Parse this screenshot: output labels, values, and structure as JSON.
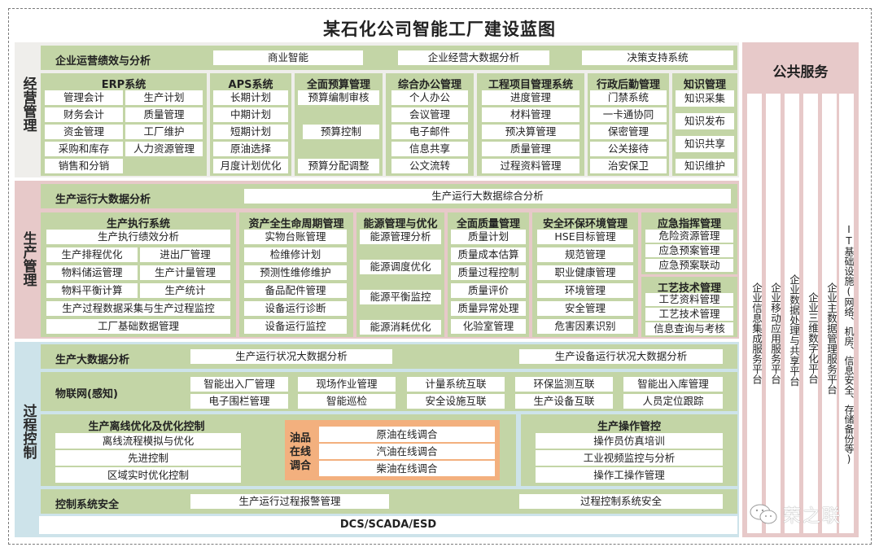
{
  "title": "某石化公司智能工厂建设蓝图",
  "sections": {
    "business": {
      "label": "经营管理",
      "top_row": {
        "label": "企业运营绩效与分析",
        "items": [
          "商业智能",
          "企业经营大数据分析",
          "决策支持系统"
        ]
      },
      "groups": [
        {
          "title": "ERP系统",
          "items": [
            "管理会计",
            "生产计划",
            "财务会计",
            "质量管理",
            "资金管理",
            "工厂维护",
            "采购和库存",
            "人力资源管理",
            "销售和分销"
          ]
        },
        {
          "title": "APS系统",
          "items": [
            "长期计划",
            "中期计划",
            "短期计划",
            "原油选择",
            "月度计划优化"
          ]
        },
        {
          "title": "全面预算管理",
          "items": [
            "预算编制审核",
            "预算控制",
            "预算分配调整"
          ]
        },
        {
          "title": "综合办公管理",
          "items": [
            "个人办公",
            "会议管理",
            "电子邮件",
            "信息共享",
            "公文流转"
          ]
        },
        {
          "title": "工程项目管理系统",
          "items": [
            "进度管理",
            "材料管理",
            "预决算管理",
            "质量管理",
            "过程资料管理"
          ]
        },
        {
          "title": "行政后勤管理",
          "items": [
            "门禁系统",
            "一卡通协同",
            "保密管理",
            "公关接待",
            "治安保卫"
          ]
        },
        {
          "title": "知识管理",
          "items": [
            "知识采集",
            "知识发布",
            "知识共享",
            "知识维护"
          ]
        }
      ]
    },
    "production": {
      "label": "生产管理",
      "top_row": {
        "label": "生产运行大数据分析",
        "items": [
          "生产运行大数据综合分析"
        ]
      },
      "groups": [
        {
          "title": "生产执行系统",
          "items": [
            "生产执行绩效分析",
            "生产排程优化",
            "进出厂管理",
            "物料储运管理",
            "生产计量管理",
            "物料平衡计算",
            "生产统计",
            "生产过程数据采集与生产过程监控",
            "工厂基础数据管理"
          ]
        },
        {
          "title": "资产全生命周期管理",
          "items": [
            "实物台账管理",
            "检维修计划",
            "预测性维修维护",
            "备品配件管理",
            "设备运行诊断",
            "设备运行监控"
          ]
        },
        {
          "title": "能源管理与优化",
          "items": [
            "能源管理分析",
            "能源调度优化",
            "能源平衡监控",
            "能源消耗优化"
          ]
        },
        {
          "title": "全面质量管理",
          "items": [
            "质量计划",
            "质量成本估算",
            "质量过程控制",
            "质量评价",
            "质量异常处理",
            "化验室管理"
          ]
        },
        {
          "title": "安全环保环境管理",
          "items": [
            "HSE目标管理",
            "规范管理",
            "职业健康管理",
            "环境管理",
            "安全管理",
            "危害因素识别"
          ]
        },
        {
          "title": "应急指挥管理",
          "items": [
            "危险资源管理",
            "应急预案管理",
            "应急预案联动"
          ]
        },
        {
          "title": "工艺技术管理",
          "items": [
            "工艺资料管理",
            "工艺技术管理",
            "信息查询与考核"
          ]
        }
      ]
    },
    "process": {
      "label": "过程控制",
      "bigdata": {
        "label": "生产大数据分析",
        "items": [
          "生产运行状况大数据分析",
          "生产设备运行状况大数据分析"
        ]
      },
      "iot": {
        "label": "物联网(感知)",
        "items": [
          "智能出入厂管理",
          "现场作业管理",
          "计量系统互联",
          "环保监测互联",
          "智能出入库管理",
          "电子围栏管理",
          "智能巡检",
          "安全设施互联",
          "生产设备互联",
          "人员定位跟踪"
        ]
      },
      "offline": {
        "title": "生产离线优化及优化控制",
        "items": [
          "离线流程模拟与优化",
          "先进控制",
          "区域实时优化控制"
        ]
      },
      "blending": {
        "label": "油品在线调合",
        "label_lines": [
          "油品",
          "在线",
          "调合"
        ],
        "items": [
          "原油在线调合",
          "汽油在线调合",
          "柴油在线调合"
        ]
      },
      "operation": {
        "title": "生产操作管控",
        "items": [
          "操作员仿真培训",
          "工业视频监控与分析",
          "操作工操作管理"
        ]
      },
      "security": {
        "label": "控制系统安全",
        "items": [
          "生产运行过程报警管理",
          "过程控制系统安全"
        ]
      },
      "dcs": "DCS/SCADA/ESD"
    }
  },
  "public_services": {
    "title": "公共服务",
    "columns": [
      "企业信息集成服务平台",
      "企业移动应用服务平台",
      "企业数据处理与共享平台",
      "企业三维数字化平台",
      "企业主数据管理服务平台",
      "IT基础设施(网络、机房、信息安全、存储备份等)"
    ]
  },
  "watermark": {
    "icon": "wechat-icon",
    "text": "荣之联"
  },
  "colors": {
    "green": "#c3d5a6",
    "pink": "#e7c9c9",
    "blue": "#cde3ea",
    "grey": "#efeeeb",
    "orange": "#f3b07e"
  }
}
